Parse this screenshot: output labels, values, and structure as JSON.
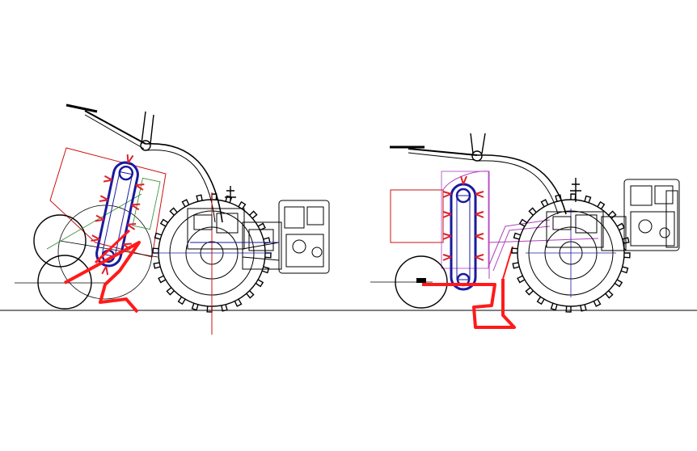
{
  "drawing": {
    "colors": {
      "background": "#ffffff",
      "line": "#000000",
      "chain": "#1a1a9e",
      "cutter_teeth": "#e0202a",
      "shoe": "#ff1a1a",
      "guard_outline": "#cc1111",
      "crosshair": "#cc1111",
      "guide": "#2a8a2a",
      "frame_magenta": "#b040c0"
    },
    "views": [
      {
        "id": "left",
        "configuration": "tilted-trencher"
      },
      {
        "id": "right",
        "configuration": "vertical-trencher"
      }
    ]
  }
}
